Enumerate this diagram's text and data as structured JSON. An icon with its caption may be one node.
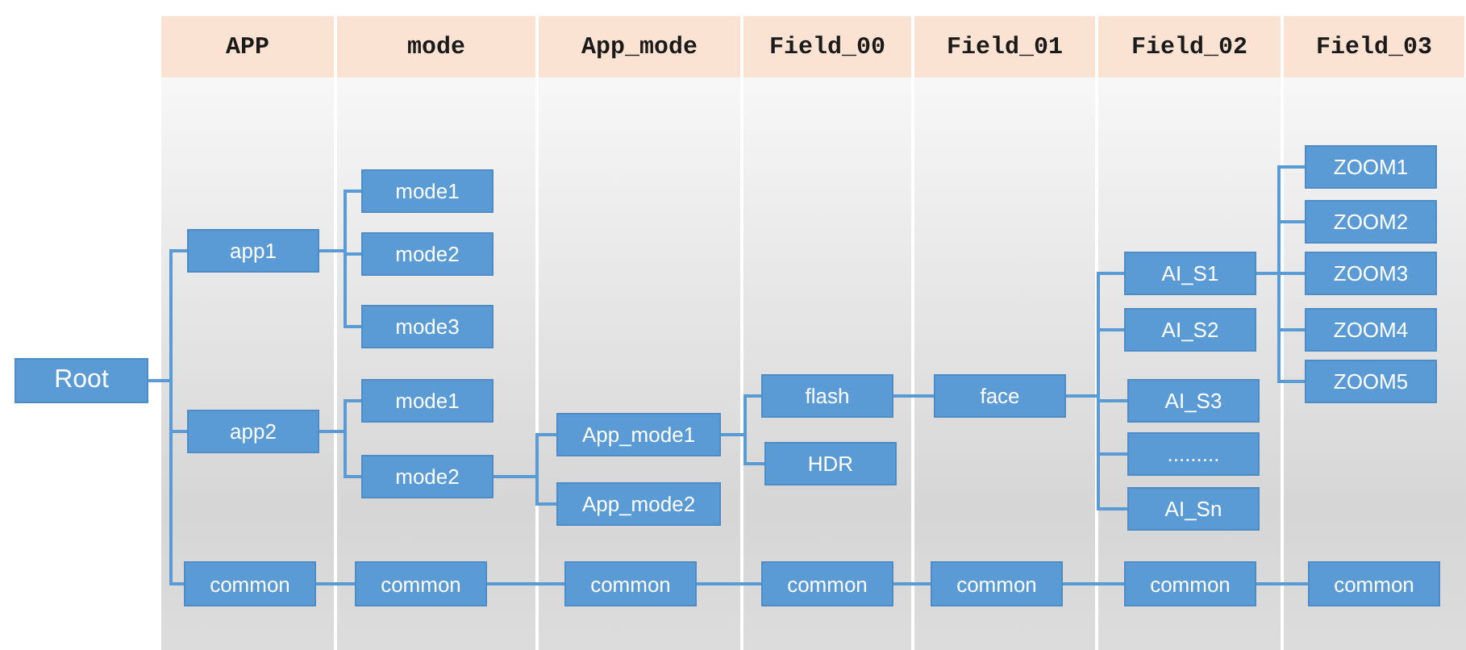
{
  "diagram": {
    "nodes": [
      {
        "text": [
          "Root"
        ]
      },
      {
        "text": [
          "app1"
        ]
      },
      {
        "text": [
          "app2"
        ]
      },
      {
        "text": [
          "common"
        ]
      },
      {
        "text": [
          "mode1"
        ]
      },
      {
        "text": [
          "mode2"
        ]
      },
      {
        "text": [
          "mode3"
        ]
      },
      {
        "text": [
          "mode1"
        ]
      },
      {
        "text": [
          "mode2"
        ]
      },
      {
        "text": [
          "common"
        ]
      },
      {
        "text": [
          "App_mode1"
        ]
      },
      {
        "text": [
          "App_mode2"
        ]
      },
      {
        "text": [
          "common"
        ]
      },
      {
        "text": [
          "flash"
        ]
      },
      {
        "text": [
          "HDR"
        ]
      },
      {
        "text": [
          "common"
        ]
      },
      {
        "text": [
          "face"
        ]
      },
      {
        "text": [
          "common"
        ]
      },
      {
        "text": [
          "AI_S1"
        ]
      },
      {
        "text": [
          "AI_S2"
        ]
      },
      {
        "text": [
          "AI_S3"
        ]
      },
      {
        "text": [
          "........."
        ]
      },
      {
        "text": [
          "AI_Sn"
        ]
      },
      {
        "text": [
          "common"
        ]
      },
      {
        "text": [
          "ZOOM1"
        ]
      },
      {
        "text": [
          "ZOOM2"
        ]
      },
      {
        "text": [
          "ZOOM3"
        ]
      },
      {
        "text": [
          "ZOOM4"
        ]
      },
      {
        "text": [
          "ZOOM5"
        ]
      },
      {
        "text": [
          "common"
        ]
      }
    ],
    "edges": [
      {
        "from": 0,
        "to": 1,
        "arrow": "none"
      },
      {
        "from": 0,
        "to": 2,
        "arrow": "none"
      },
      {
        "from": 0,
        "to": 3,
        "arrow": "none"
      },
      {
        "from": 1,
        "to": 4,
        "arrow": "none"
      },
      {
        "from": 1,
        "to": 5,
        "arrow": "none"
      },
      {
        "from": 1,
        "to": 6,
        "arrow": "none"
      },
      {
        "from": 2,
        "to": 7,
        "arrow": "none"
      },
      {
        "from": 2,
        "to": 8,
        "arrow": "none"
      },
      {
        "from": 3,
        "to": 9,
        "arrow": "none"
      },
      {
        "from": 8,
        "to": 10,
        "arrow": "none"
      },
      {
        "from": 8,
        "to": 11,
        "arrow": "none"
      },
      {
        "from": 9,
        "to": 12,
        "arrow": "none"
      },
      {
        "from": 10,
        "to": 13,
        "arrow": "none"
      },
      {
        "from": 10,
        "to": 14,
        "arrow": "none"
      },
      {
        "from": 12,
        "to": 15,
        "arrow": "none"
      },
      {
        "from": 13,
        "to": 16,
        "arrow": "none"
      },
      {
        "from": 15,
        "to": 17,
        "arrow": "none"
      },
      {
        "from": 16,
        "to": 18,
        "arrow": "none"
      },
      {
        "from": 16,
        "to": 19,
        "arrow": "none"
      },
      {
        "from": 16,
        "to": 20,
        "arrow": "none"
      },
      {
        "from": 16,
        "to": 21,
        "arrow": "none"
      },
      {
        "from": 16,
        "to": 22,
        "arrow": "none"
      },
      {
        "from": 17,
        "to": 23,
        "arrow": "none"
      },
      {
        "from": 18,
        "to": 24,
        "arrow": "none"
      },
      {
        "from": 18,
        "to": 25,
        "arrow": "none"
      },
      {
        "from": 18,
        "to": 26,
        "arrow": "none"
      },
      {
        "from": 18,
        "to": 27,
        "arrow": "none"
      },
      {
        "from": 18,
        "to": 28,
        "arrow": "none"
      },
      {
        "from": 23,
        "to": 29,
        "arrow": "none"
      }
    ],
    "labels": [
      "APP",
      "mode",
      "App_mode",
      "Field_00",
      "Field_01",
      "Field_02",
      "Field_03"
    ]
  }
}
